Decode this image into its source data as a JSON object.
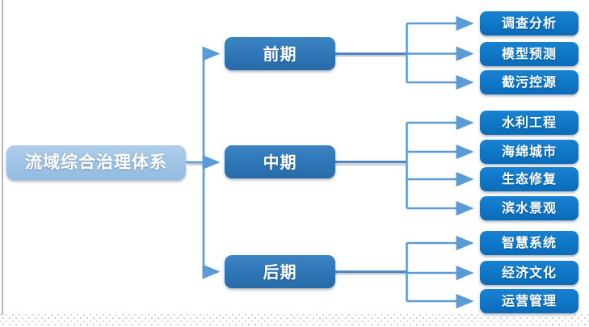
{
  "tree": {
    "root": {
      "label": "流域综合治理体系"
    },
    "phases": [
      {
        "label": "前期",
        "children": [
          "调查分析",
          "模型预测",
          "截污控源"
        ]
      },
      {
        "label": "中期",
        "children": [
          "水利工程",
          "海绵城市",
          "生态修复",
          "滨水景观"
        ]
      },
      {
        "label": "后期",
        "children": [
          "智慧系统",
          "经济文化",
          "运营管理"
        ]
      }
    ]
  },
  "colors": {
    "root_fill": "#9DC3E6",
    "phase_fill": "#2E76B7",
    "leaf_fill": "#0E76C6",
    "connector": "#5B9BD5",
    "text": "#FFFFFF"
  }
}
